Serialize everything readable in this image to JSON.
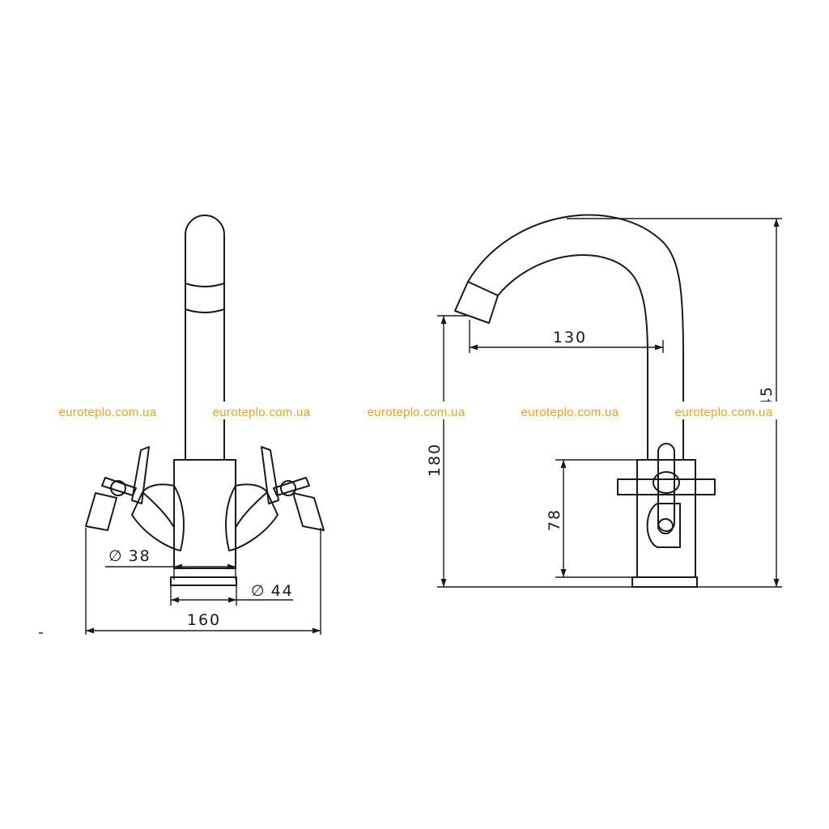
{
  "dimensions": {
    "d38": "38",
    "d44": "44",
    "w160": "160",
    "reach130": "130",
    "h180": "180",
    "h78": "78",
    "h245": "45"
  },
  "diameter_symbol": "∅",
  "watermarks": [
    "euroteplo.com.ua",
    "euroteplo.com.ua",
    "euroteplo.com.ua",
    "euroteplo.com.ua",
    "euroteplo.com.ua"
  ],
  "colors": {
    "line": "#1a1a1a",
    "watermark": "#f2a01c",
    "background": "#ffffff"
  }
}
